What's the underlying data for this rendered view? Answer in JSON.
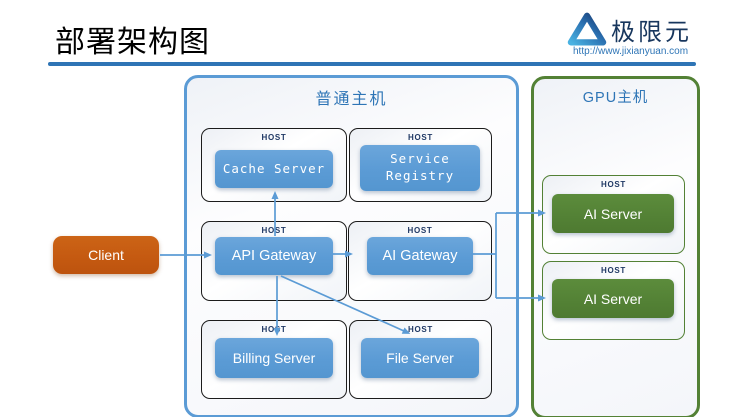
{
  "page": {
    "title": "部署架构图"
  },
  "brand": {
    "name": "极限元",
    "url": "http://www.jixianyuan.com",
    "logo_icon": "rounded-triangle-logo"
  },
  "client": {
    "label": "Client"
  },
  "normal_host_group": {
    "label": "普通主机",
    "hosts": [
      {
        "tag": "HOST",
        "server": "Cache Server"
      },
      {
        "tag": "HOST",
        "server": "Service Registry"
      },
      {
        "tag": "HOST",
        "server": "API Gateway"
      },
      {
        "tag": "HOST",
        "server": "AI Gateway"
      },
      {
        "tag": "HOST",
        "server": "Billing Server"
      },
      {
        "tag": "HOST",
        "server": "File Server"
      }
    ]
  },
  "gpu_host_group": {
    "label": "GPU主机",
    "hosts": [
      {
        "tag": "HOST",
        "server": "AI Server"
      },
      {
        "tag": "HOST",
        "server": "AI Server"
      }
    ]
  },
  "connections": [
    {
      "from": "Client",
      "to": "API Gateway",
      "style": "arrow"
    },
    {
      "from": "API Gateway",
      "to": "Cache Server",
      "style": "arrow"
    },
    {
      "from": "API Gateway",
      "to": "AI Gateway",
      "style": "arrow"
    },
    {
      "from": "API Gateway",
      "to": "Billing Server",
      "style": "arrow"
    },
    {
      "from": "API Gateway",
      "to": "File Server",
      "style": "arrow"
    },
    {
      "from": "AI Gateway",
      "to": "AI Server (GPU host 1)",
      "style": "elbow-arrow"
    },
    {
      "from": "AI Gateway",
      "to": "AI Server (GPU host 2)",
      "style": "elbow-arrow"
    }
  ],
  "colors": {
    "accent_blue": "#5b9bd5",
    "deep_blue": "#2e75b6",
    "underline_blue": "#2e74b5",
    "navy": "#1f3864",
    "green": "#538135",
    "orange": "#c55a11"
  }
}
